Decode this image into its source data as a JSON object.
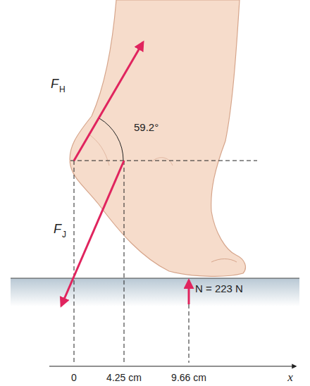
{
  "diagram": {
    "labels": [
      "F",
      "H",
      "59.2°",
      "F",
      "J",
      "N = 223 N",
      "0",
      "4.25 cm",
      "9.66 cm",
      "x"
    ]
  }
}
